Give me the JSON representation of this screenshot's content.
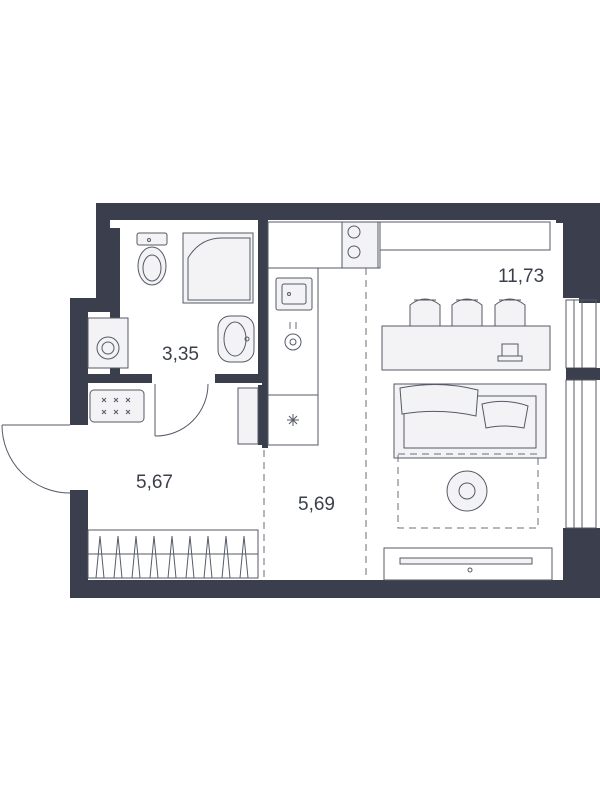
{
  "plan": {
    "wall_color": "#3b3f4d",
    "line_color": "#555a66",
    "fill_light": "#f1f1f3",
    "rooms": [
      {
        "id": "bathroom",
        "area": "3,35"
      },
      {
        "id": "hallway",
        "area": "5,67"
      },
      {
        "id": "kitchen",
        "area": "5,69"
      },
      {
        "id": "living-room",
        "area": "11,73"
      }
    ]
  }
}
